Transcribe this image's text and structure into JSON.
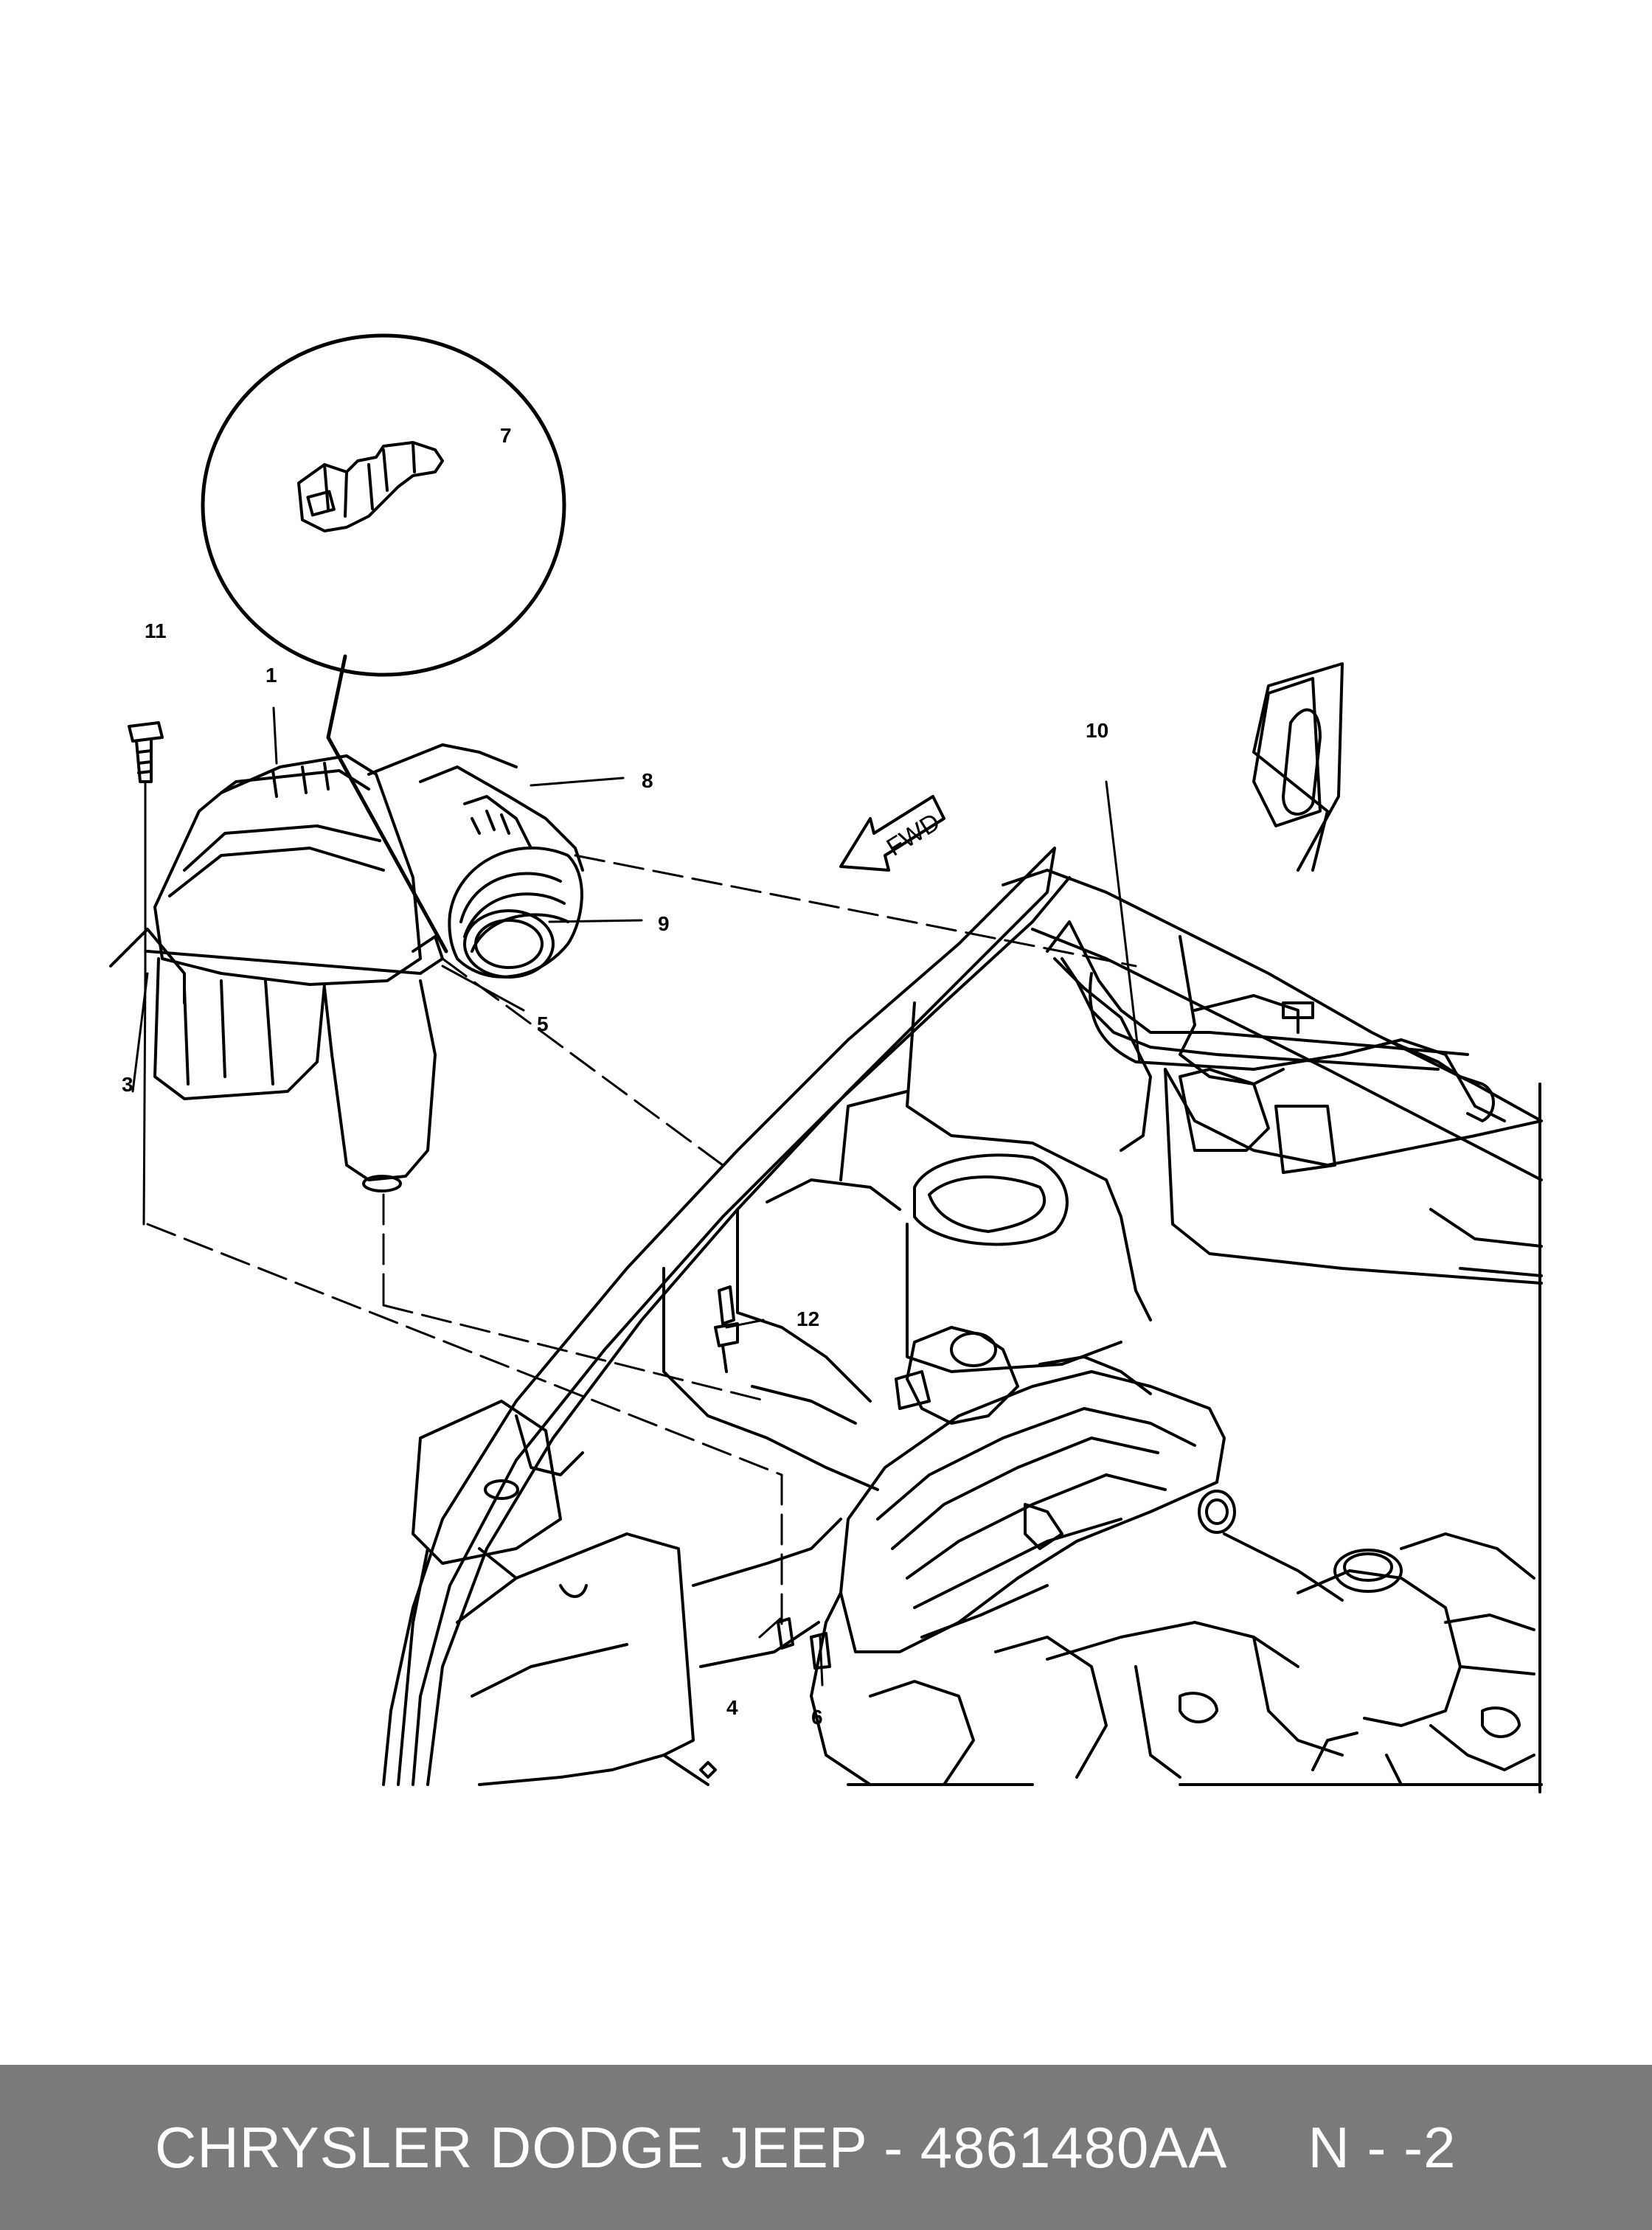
{
  "diagram": {
    "callouts": [
      "1",
      "3",
      "4",
      "5",
      "6",
      "7",
      "8",
      "9",
      "10",
      "11",
      "12"
    ],
    "direction_label": "FWD"
  },
  "caption": {
    "text": "CHRYSLER DODGE JEEP - 4861480AA     N - -2"
  },
  "colors": {
    "line": "#000000",
    "background": "#ffffff",
    "caption_bar": "#7a7a7a",
    "caption_text": "#ffffff"
  }
}
